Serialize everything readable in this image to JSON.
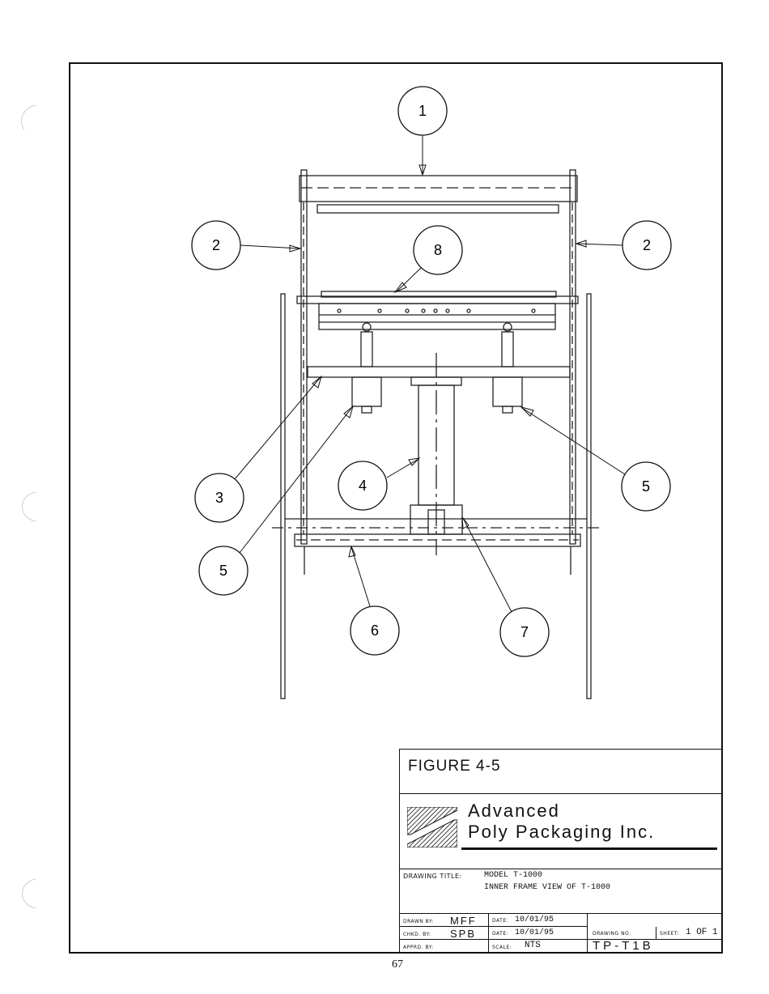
{
  "callouts": [
    {
      "label": "1"
    },
    {
      "label": "2"
    },
    {
      "label": "2"
    },
    {
      "label": "8"
    },
    {
      "label": "3"
    },
    {
      "label": "4"
    },
    {
      "label": "5"
    },
    {
      "label": "5"
    },
    {
      "label": "6"
    },
    {
      "label": "7"
    }
  ],
  "title_block": {
    "figure_label": "FIGURE  4-5",
    "company_line1": "Advanced",
    "company_line2": "Poly Packaging Inc.",
    "drawing_title_label": "DRAWING TITLE:",
    "drawing_title_line1": "MODEL T-1000",
    "drawing_title_line2": "INNER FRAME VIEW OF T-1000",
    "drawn_by_label": "DRAWN BY:",
    "drawn_by": "MFF",
    "drawn_date_label": "DATE:",
    "drawn_date": "10/01/95",
    "checked_by_label": "CHKD. BY:",
    "checked_by": "SPB",
    "checked_date_label": "DATE:",
    "checked_date": "10/01/95",
    "approved_by_label": "APPRD. BY:",
    "approved_by": "",
    "scale_label": "SCALE:",
    "scale": "NTS",
    "drawing_no_label": "DRAWING NO.",
    "drawing_no": "TP-T1B",
    "sheet_label": "SHEET:",
    "sheet": "1 OF 1"
  },
  "page_number": "67"
}
